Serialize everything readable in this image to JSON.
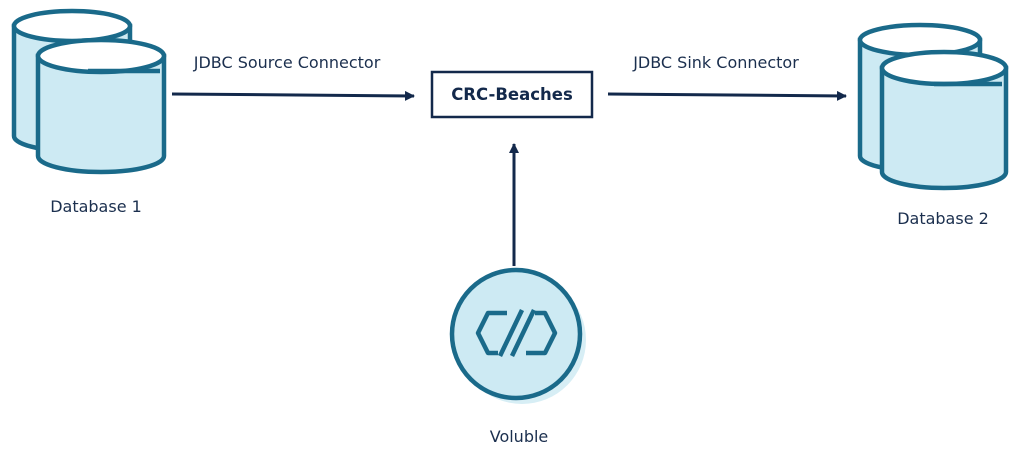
{
  "nodes": {
    "database1": {
      "label": "Database 1"
    },
    "database2": {
      "label": "Database 2"
    },
    "topic": {
      "label": "CRC-Beaches"
    },
    "voluble": {
      "label": "Voluble"
    }
  },
  "edges": {
    "source": {
      "label": "JDBC Source Connector"
    },
    "sink": {
      "label": "JDBC Sink Connector"
    }
  },
  "colors": {
    "ink": "#13294b",
    "stroke": "#1a6a8a",
    "fill": "#cdeaf3",
    "shadow": "#d7eef5"
  }
}
